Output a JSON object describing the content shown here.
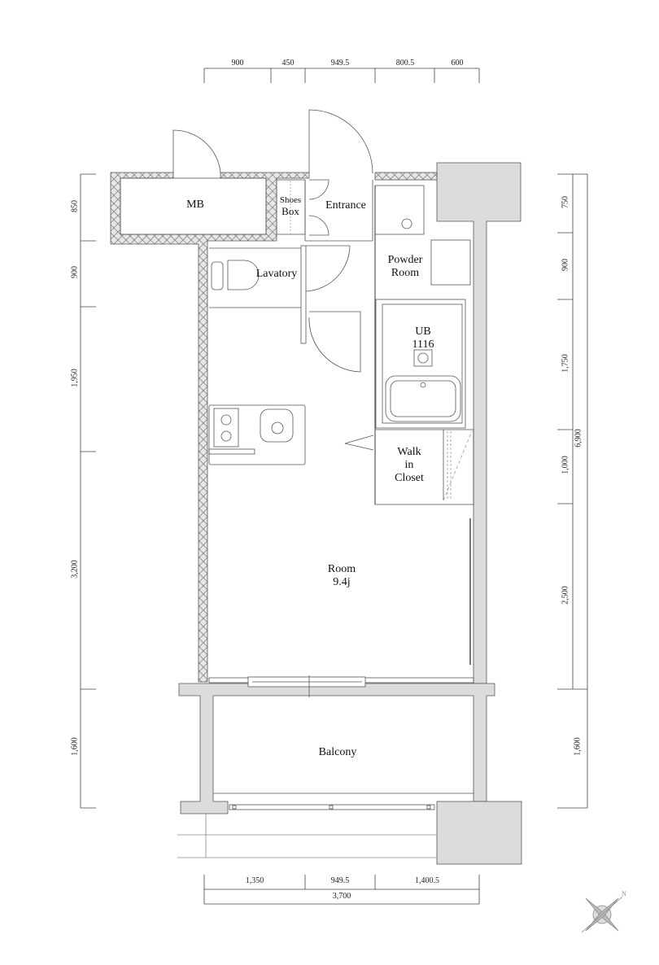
{
  "rooms": {
    "mb": "MB",
    "shoes_box_1": "Shoes",
    "shoes_box_2": "Box",
    "entrance": "Entrance",
    "lavatory": "Lavatory",
    "powder_room_1": "Powder",
    "powder_room_2": "Room",
    "ub_1": "UB",
    "ub_2": "1116",
    "walk_in_closet_1": "Walk",
    "walk_in_closet_2": "in",
    "walk_in_closet_3": "Closet",
    "room_1": "Room",
    "room_2": "9.4j",
    "balcony": "Balcony"
  },
  "dimensions": {
    "top": [
      "900",
      "450",
      "949.5",
      "800.5",
      "600"
    ],
    "bottom": [
      "1,350",
      "949.5",
      "1,400.5"
    ],
    "bottom_total": "3,700",
    "left": [
      "850",
      "900",
      "1,950",
      "3,200",
      "1,600"
    ],
    "right": [
      "750",
      "900",
      "1,750",
      "1,000",
      "2,500",
      "1,600"
    ],
    "right_total": "6,900"
  },
  "compass": {
    "north_label": "N"
  },
  "colors": {
    "wall_fill": "#dcdcdc",
    "line": "#555555",
    "hatch": "#888888"
  }
}
